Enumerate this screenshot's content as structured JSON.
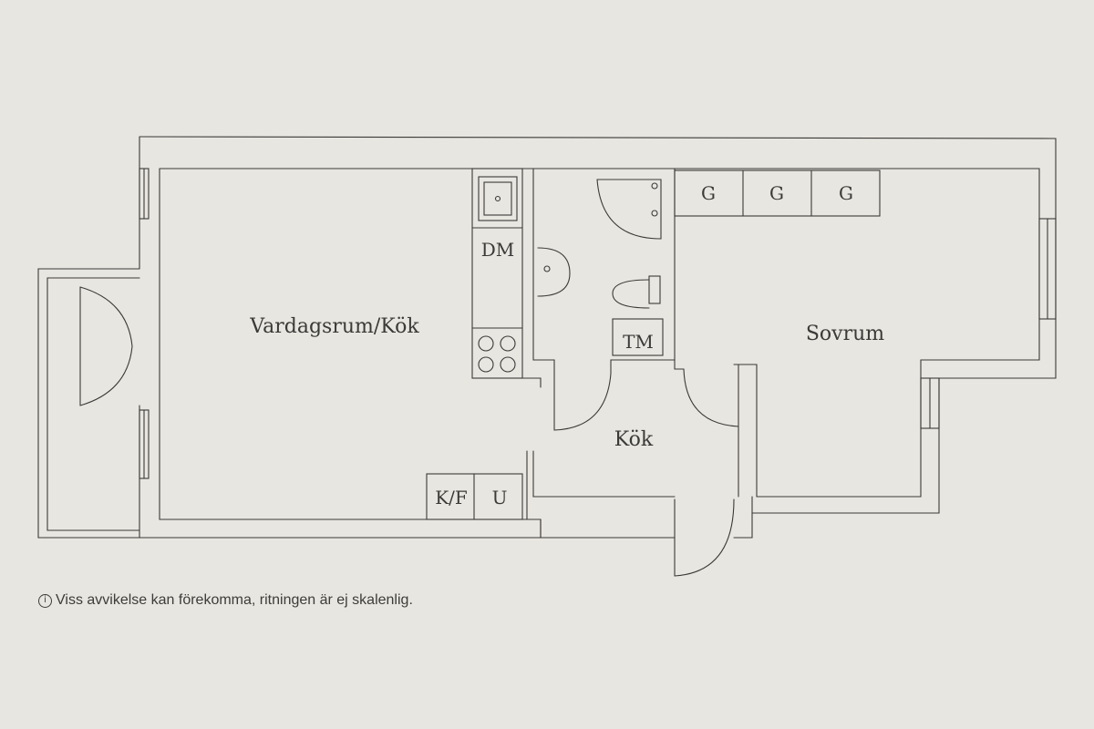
{
  "colors": {
    "background": "#e8e6e0",
    "ink": "#3a3a38"
  },
  "rooms": {
    "living": "Vardagsrum/Kök",
    "bedroom": "Sovrum",
    "kitchen": "Kök"
  },
  "fixtures": {
    "dishwasher": "DM",
    "washer": "TM",
    "fridge_freezer": "K/F",
    "oven": "U",
    "wardrobes": [
      "G",
      "G",
      "G"
    ]
  },
  "disclaimer": {
    "icon": "info-icon",
    "text": "Viss avvikelse kan förekomma, ritningen är ej skalenlig."
  }
}
